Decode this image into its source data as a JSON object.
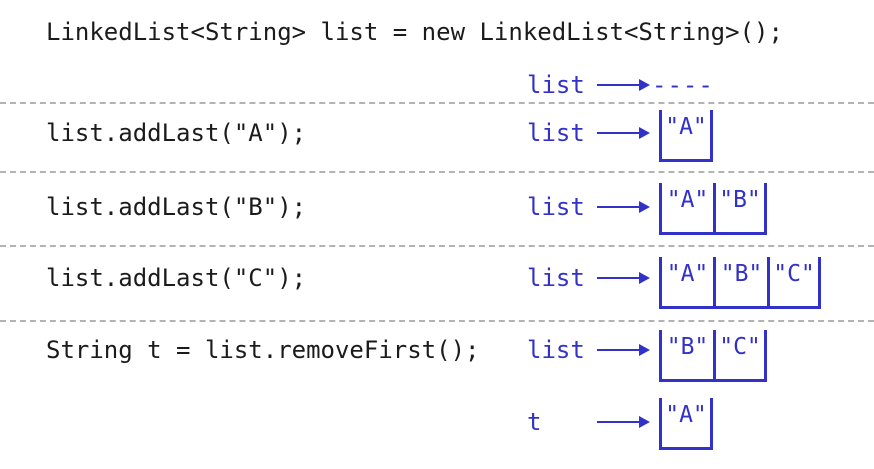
{
  "palette": {
    "accent_blue": "#3232c8",
    "code_text": "#1b1b1b",
    "separator_gray": "#b3b3b3"
  },
  "lines": [
    {
      "code": "LinkedList<String> list = new LinkedList<String>();",
      "var": "list",
      "empty_marker": "----",
      "cells": []
    },
    {
      "code": "list.addLast(\"A\");",
      "var": "list",
      "cells": [
        "\"A\""
      ]
    },
    {
      "code": "list.addLast(\"B\");",
      "var": "list",
      "cells": [
        "\"A\"",
        "\"B\""
      ]
    },
    {
      "code": "list.addLast(\"C\");",
      "var": "list",
      "cells": [
        "\"A\"",
        "\"B\"",
        "\"C\""
      ]
    },
    {
      "code": "String t = list.removeFirst();",
      "var": "list",
      "cells": [
        "\"B\"",
        "\"C\""
      ]
    },
    {
      "var": "t",
      "cells": [
        "\"A\""
      ]
    }
  ]
}
